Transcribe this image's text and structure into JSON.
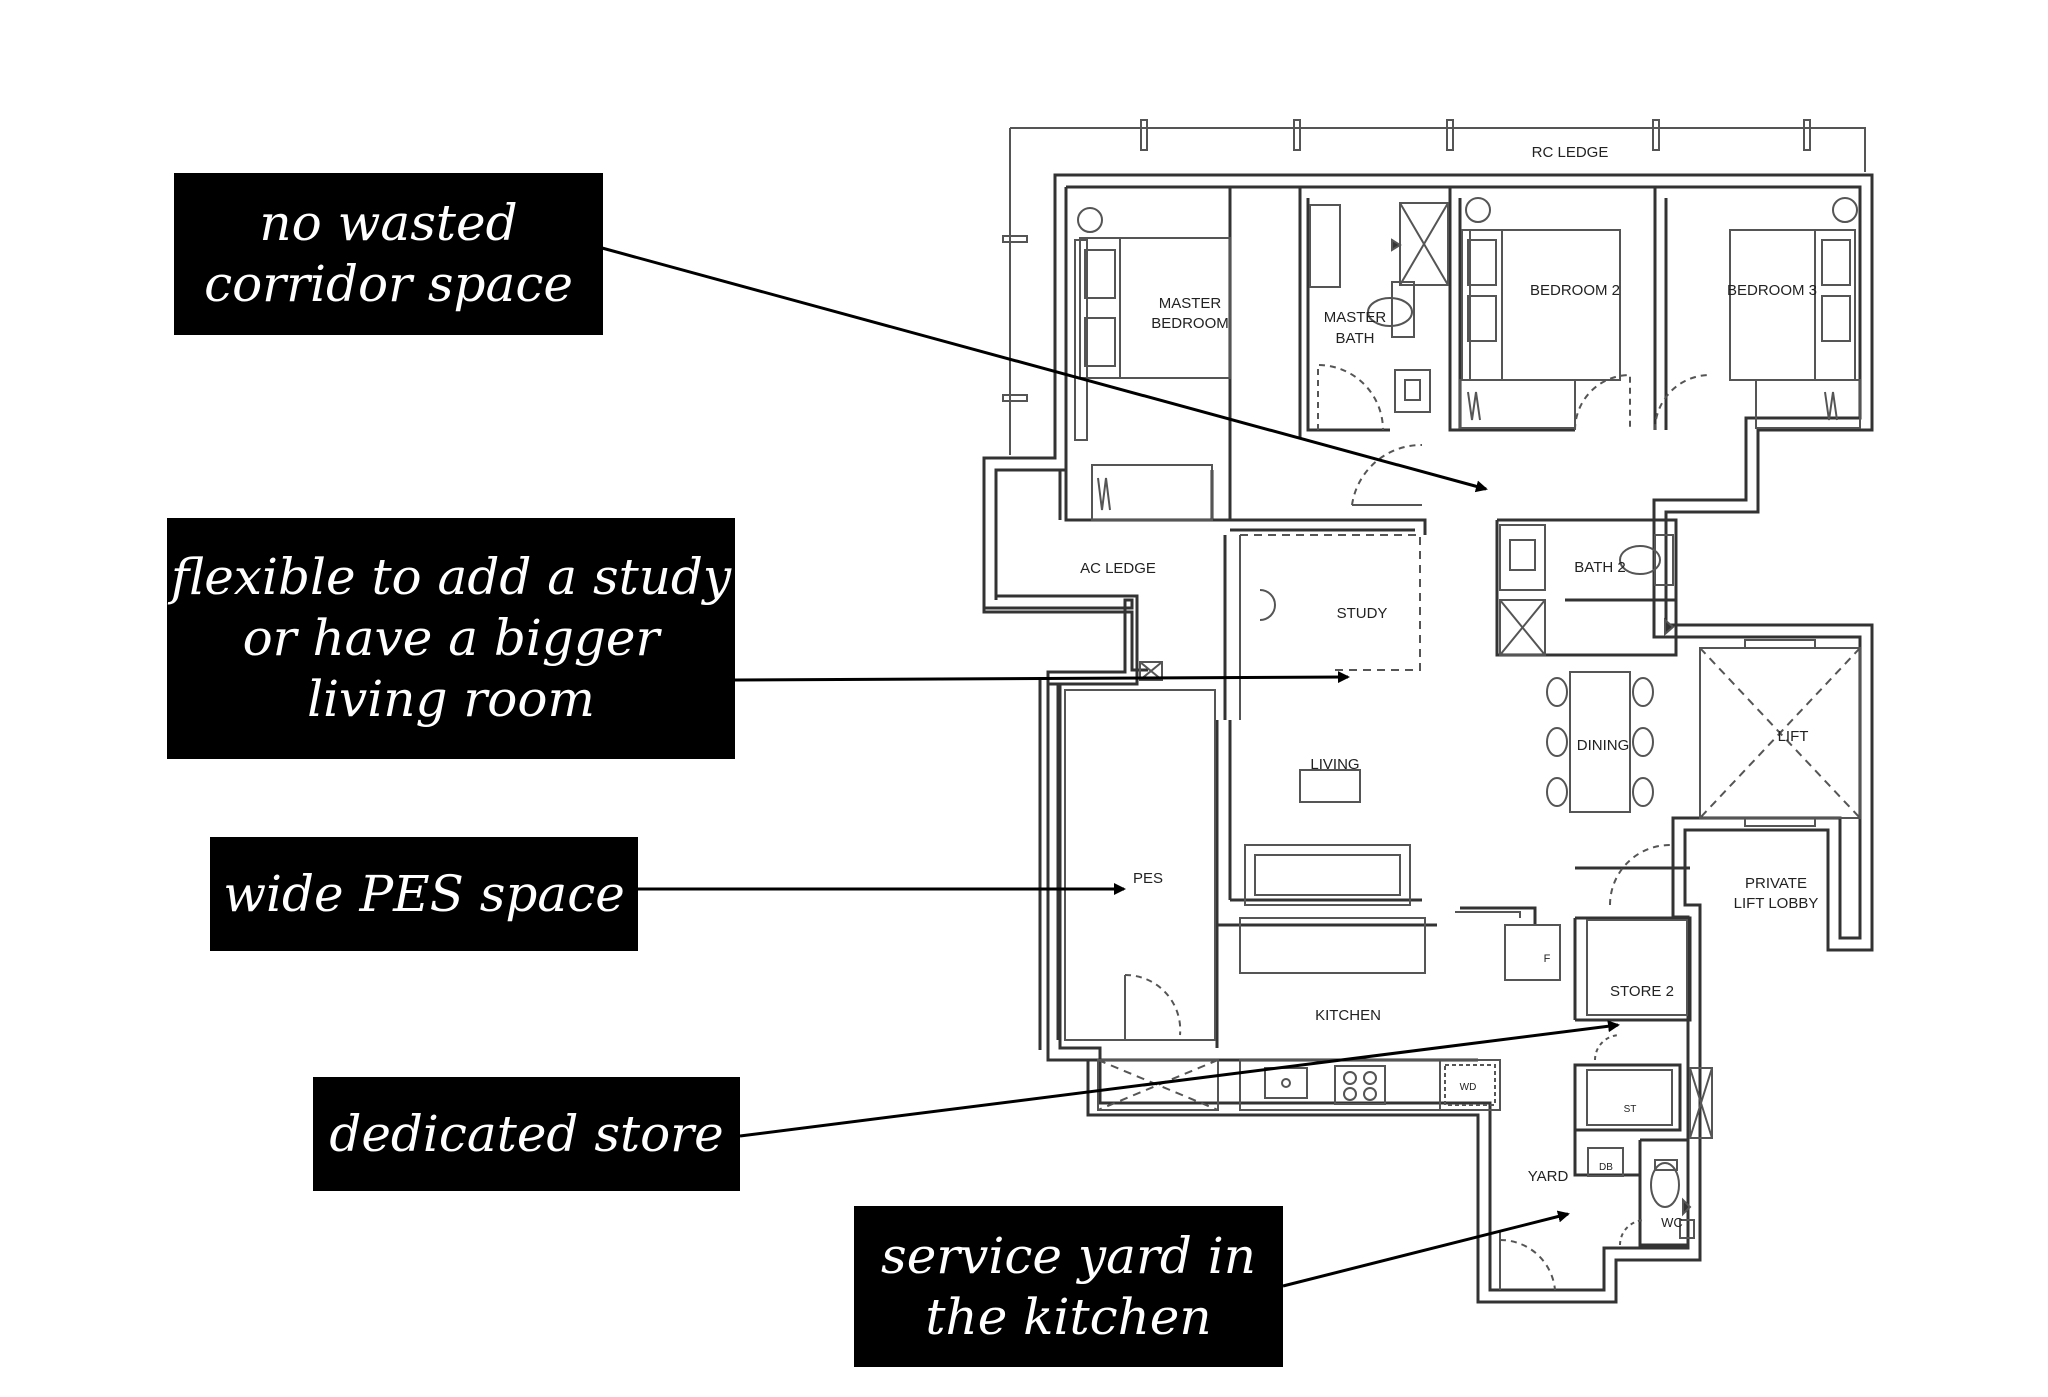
{
  "callouts": {
    "corridor": {
      "line1": "no wasted",
      "line2": "corridor space"
    },
    "study": {
      "line1": "flexible to add a study",
      "line2": "or have a bigger",
      "line3": "living room"
    },
    "pes": {
      "line1": "wide PES space"
    },
    "store": {
      "line1": "dedicated store"
    },
    "yard": {
      "line1": "service yard in",
      "line2": "the kitchen"
    }
  },
  "rooms": {
    "rc_ledge": "RC LEDGE",
    "master_bedroom_1": "MASTER",
    "master_bedroom_2": "BEDROOM",
    "master_bath_1": "MASTER",
    "master_bath_2": "BATH",
    "bedroom2": "BEDROOM 2",
    "bedroom3": "BEDROOM 3",
    "ac_ledge": "AC LEDGE",
    "study": "STUDY",
    "bath2": "BATH 2",
    "dining": "DINING",
    "lift": "LIFT",
    "living": "LIVING",
    "pes": "PES",
    "private_lift_lobby_1": "PRIVATE",
    "private_lift_lobby_2": "LIFT LOBBY",
    "store2": "STORE 2",
    "kitchen": "KITCHEN",
    "fridge": "F",
    "wd": "WD",
    "st": "ST",
    "db": "DB",
    "yard": "YARD",
    "wc": "WC"
  },
  "colors": {
    "callout_bg": "#000000",
    "callout_text": "#ffffff",
    "wall": "#333333",
    "arrow": "#000000"
  }
}
